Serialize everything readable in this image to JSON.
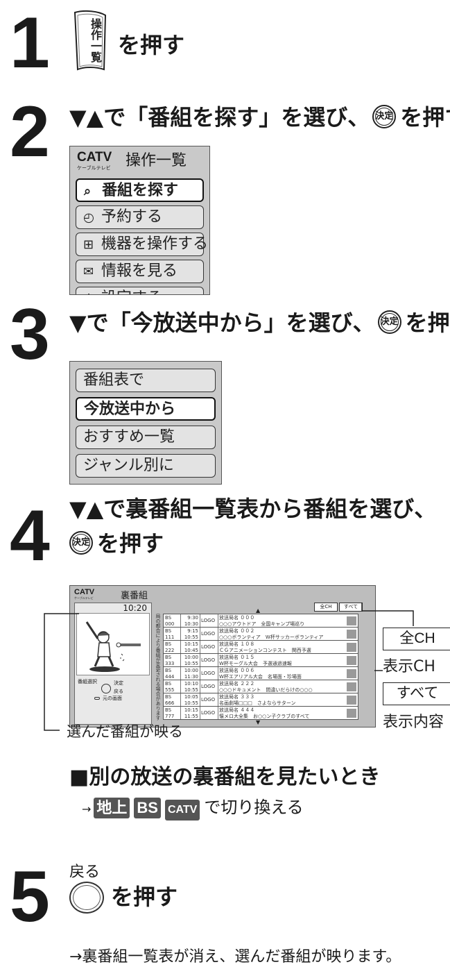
{
  "steps": {
    "s1": {
      "num": "1",
      "button_glyph": "操作一覧",
      "title": "を押す"
    },
    "s2": {
      "num": "2",
      "title_pre": "▼▲で「番組を探す」を選び、",
      "title_post": "を押す",
      "menu": {
        "logo": "CATV",
        "logo_sub": "ケーブルテレビ",
        "title": "操作一覧",
        "items": [
          {
            "icon": "⌕",
            "label": "番組を探す"
          },
          {
            "icon": "◴",
            "label": "予約する"
          },
          {
            "icon": "⊞",
            "label": "機器を操作する"
          },
          {
            "icon": "✉",
            "label": "情報を見る"
          },
          {
            "icon": "⚙",
            "label": "設定する"
          }
        ]
      }
    },
    "s3": {
      "num": "3",
      "title_pre": "▼で「今放送中から」を選び、",
      "title_post": "を押す",
      "menu": {
        "items": [
          "番組表で",
          "今放送中から",
          "おすすめ一覧",
          "ジャンル別に"
        ]
      }
    },
    "s4": {
      "num": "4",
      "title_line1": "▼▲で裏番組一覧表から番組を選び、",
      "title_post": "を押す",
      "screen": {
        "logo": "CATV",
        "logo_sub": "ケーブルテレビ",
        "title": "裏番組",
        "time": "10:20",
        "btn_allch": "全CH",
        "btn_all": "すべて",
        "notice": "局の都合により番組が変更される場合があります",
        "help": {
          "select": "番組選択",
          "ok": "決定",
          "back": "戻る",
          "prev": "元の画面"
        },
        "rows": [
          {
            "band": "BS",
            "ch": "000",
            "start": "9:30",
            "end": "10:30",
            "logo": "LOGO",
            "station": "放送局名 ０００",
            "program": "○○○アウトドア　全国キャンプ場巡り"
          },
          {
            "band": "BS",
            "ch": "111",
            "start": "9:15",
            "end": "10:55",
            "logo": "LOGO",
            "station": "放送局名 ００２",
            "program": "○○○ボランティア　W杯サッカーボランティア"
          },
          {
            "band": "BS",
            "ch": "222",
            "start": "10:15",
            "end": "10:45",
            "logo": "LOGO",
            "station": "放送局名 １０８",
            "program": "ＣＧアニメーションコンテスト　関西予選"
          },
          {
            "band": "BS",
            "ch": "333",
            "start": "10:00",
            "end": "10:55",
            "logo": "LOGO",
            "station": "放送局名 ０１５",
            "program": "W杯モーグル大会　予選通過速報"
          },
          {
            "band": "BS",
            "ch": "444",
            "start": "10:00",
            "end": "11:30",
            "logo": "LOGO",
            "station": "放送局名 ００６",
            "program": "W杯エアリアル大会　名場面・珍場面"
          },
          {
            "band": "BS",
            "ch": "555",
            "start": "10:10",
            "end": "10:55",
            "logo": "LOGO",
            "station": "放送局名 ２２２",
            "program": "○○○ドキュメント　間違いだらけの○○○"
          },
          {
            "band": "BS",
            "ch": "666",
            "start": "10:05",
            "end": "10:55",
            "logo": "LOGO",
            "station": "放送局名 ３３３",
            "program": "名画劇場□□□　さよならサターン"
          },
          {
            "band": "BS",
            "ch": "777",
            "start": "10:15",
            "end": "11:55",
            "logo": "LOGO",
            "station": "放送局名 ４４４",
            "program": "懐メロ大全集　お○○ン子クラブのすべて"
          }
        ]
      },
      "callouts": {
        "allch_box": "全CH",
        "allch_desc": "表示CH",
        "all_box": "すべて",
        "all_desc": "表示内容",
        "selected_caption": "選んだ番組が映る"
      },
      "subhead": "■別の放送の裏番組を見たいとき",
      "switch": {
        "arrow": "→",
        "b1": "地上",
        "b2": "BS",
        "b3": "CATV",
        "text": "で切り換える"
      }
    },
    "s5": {
      "num": "5",
      "button_label": "戻る",
      "title": "を押す",
      "note": "→裏番組一覧表が消え、選んだ番組が映ります。"
    },
    "kettei_label": "決定"
  }
}
